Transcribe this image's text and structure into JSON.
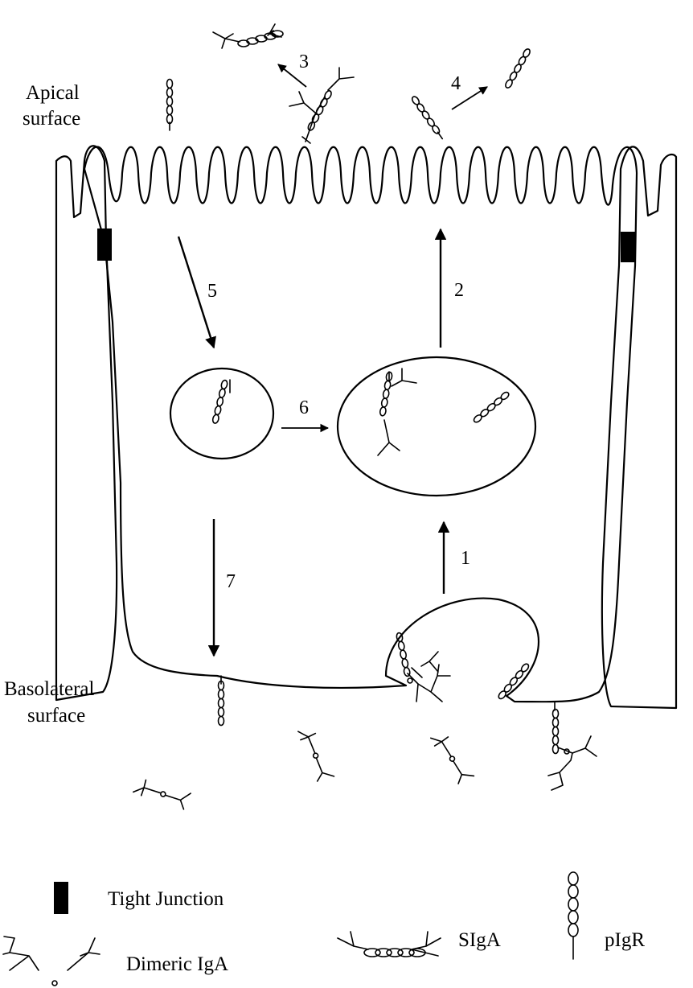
{
  "labels": {
    "apical_line1": "Apical",
    "apical_line2": "surface",
    "basolateral_line1": "Basolateral",
    "basolateral_line2": "surface"
  },
  "steps": [
    "1",
    "2",
    "3",
    "4",
    "5",
    "6",
    "7"
  ],
  "legend": {
    "tight_junction": "Tight Junction",
    "dimeric_iga": "Dimeric IgA",
    "sigA": "SIgA",
    "pigr": "pIgR"
  }
}
